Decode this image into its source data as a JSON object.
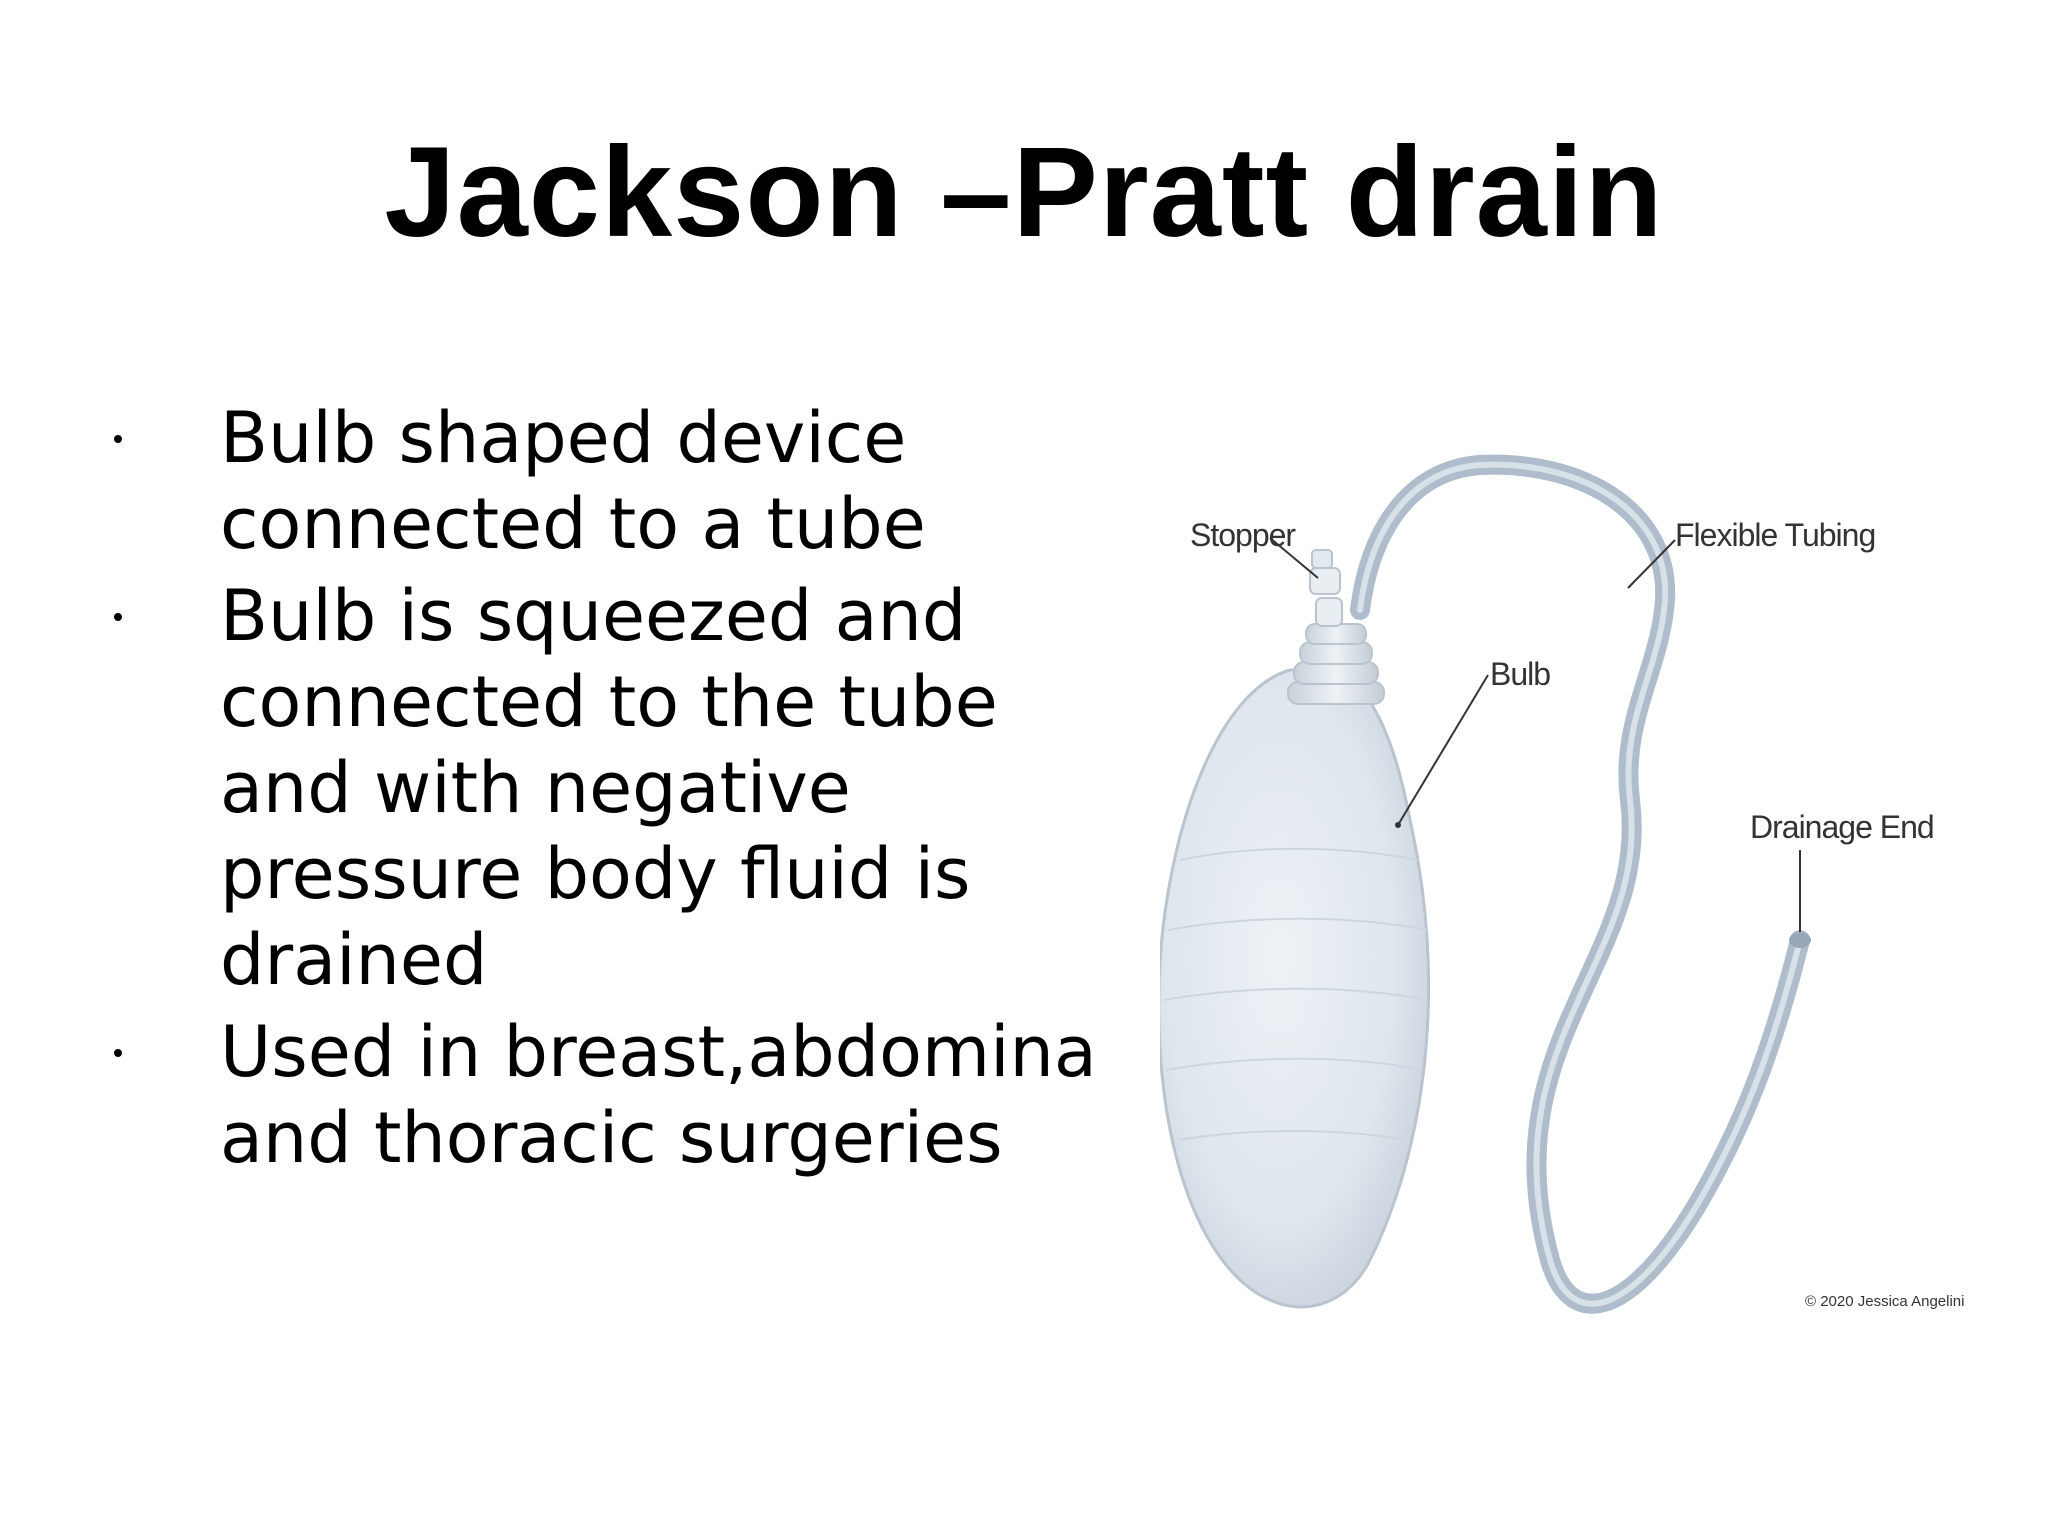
{
  "slide": {
    "title": "Jackson –Pratt drain",
    "bullets": [
      {
        "lines": [
          "Bulb shaped device",
          "connected to a tube"
        ]
      },
      {
        "lines": [
          "Bulb is squeezed and",
          "connected to the tube",
          "and with negative",
          "pressure body fluid is",
          "drained"
        ]
      },
      {
        "lines": [
          "Used in breast,abdomina",
          "and thoracic surgeries"
        ]
      }
    ]
  },
  "figure": {
    "labels": {
      "stopper": "Stopper",
      "flexible_tubing": "Flexible Tubing",
      "bulb": "Bulb",
      "drainage_end": "Drainage End"
    },
    "credit": "© 2020 Jessica Angelini",
    "colors": {
      "bulb_fill": "#e3e9f0",
      "bulb_outline": "#b9c4cf",
      "tube": "#aebccb",
      "tube_highlight": "#d6dee6",
      "leader_line": "#333333"
    }
  }
}
